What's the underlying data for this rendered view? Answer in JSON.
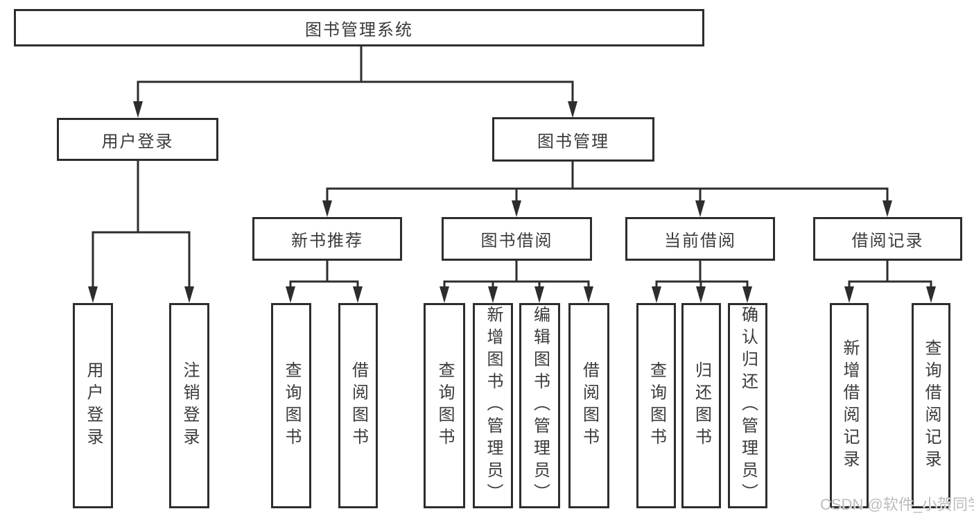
{
  "diagram": {
    "title": "图书管理系统",
    "branches": {
      "user_login": {
        "label": "用户登录",
        "children": [
          "用户登录",
          "注销登录"
        ]
      },
      "book_mgmt": {
        "label": "图书管理",
        "sections": [
          {
            "label": "新书推荐",
            "children": [
              "查询图书",
              "借阅图书"
            ]
          },
          {
            "label": "图书借阅",
            "children": [
              "查询图书",
              "新增图书（管理员）",
              "编辑图书（管理员）",
              "借阅图书"
            ]
          },
          {
            "label": "当前借阅",
            "children": [
              "查询图书",
              "归还图书",
              "确认归还（管理员）"
            ]
          },
          {
            "label": "借阅记录",
            "children": [
              "新增借阅记录",
              "查询借阅记录"
            ]
          }
        ]
      }
    }
  },
  "colors": {
    "line": "#2d2d2d",
    "text": "#3a3a3a",
    "background": "#ffffff",
    "watermark": "#bcbcbc"
  },
  "watermark": {
    "text": "CSDN @软件_小贺同学"
  }
}
